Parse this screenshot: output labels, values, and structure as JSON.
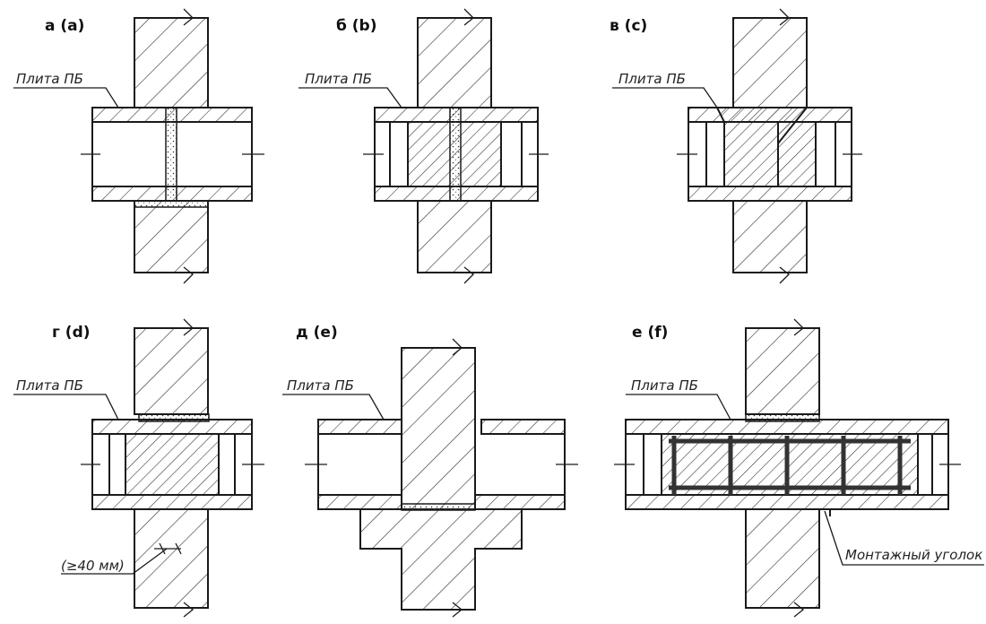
{
  "panels": [
    {
      "id": "a",
      "label": "а (a)"
    },
    {
      "id": "b",
      "label": "б (b)"
    },
    {
      "id": "c",
      "label": "в (c)"
    },
    {
      "id": "d",
      "label": "г (d)"
    },
    {
      "id": "e",
      "label": "д (e)"
    },
    {
      "id": "f",
      "label": "е (f)"
    }
  ],
  "callouts": {
    "slab_label": "Плита ПБ",
    "min_support": "(≥40 мм)",
    "mounting_angle": "Монтажный уголок"
  }
}
